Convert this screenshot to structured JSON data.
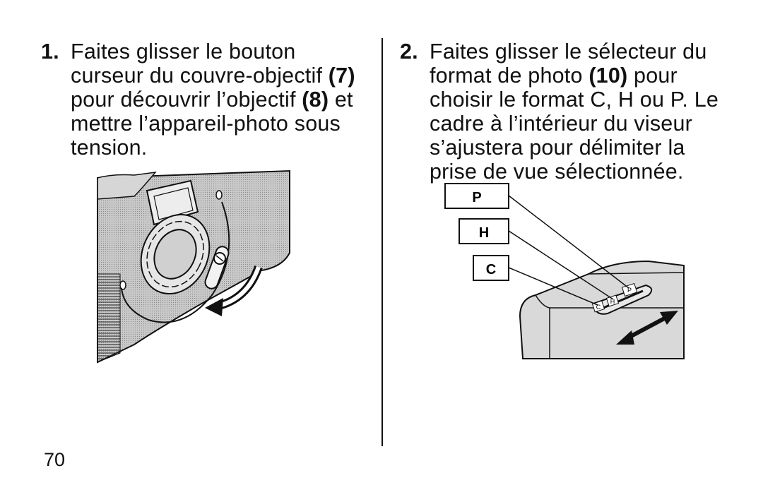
{
  "page_number": "70",
  "step1": {
    "number": "1.",
    "lines": [
      [
        "Faites glisser le bouton",
        "",
        ""
      ],
      [
        "curseur du couvre-objectif ",
        "(7)",
        ""
      ],
      [
        "pour découvrir l’objectif ",
        "(8)",
        " et"
      ],
      [
        "mettre l’appareil-photo sous",
        "",
        ""
      ],
      [
        "tension.",
        "",
        ""
      ]
    ]
  },
  "step2": {
    "number": "2.",
    "lines": [
      [
        "Faites glisser le sélecteur du",
        "",
        ""
      ],
      [
        "format de photo ",
        "(10)",
        " pour"
      ],
      [
        "choisir le format C, H ou P. Le",
        "",
        ""
      ],
      [
        "cadre à l’intérieur du viseur",
        "",
        ""
      ],
      [
        "s’ajustera pour délimiter la",
        "",
        ""
      ],
      [
        "prise de vue sélectionnée.",
        "",
        ""
      ]
    ]
  },
  "format_labels": {
    "p": "P",
    "h": "H",
    "c": "C"
  },
  "selector_markings": {
    "c": "C",
    "h": "H",
    "p": "P"
  }
}
